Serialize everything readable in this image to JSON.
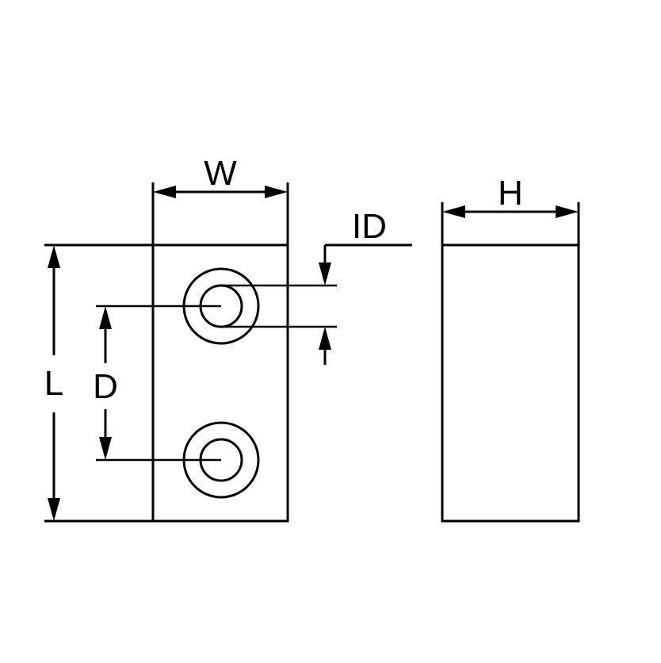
{
  "colors": {
    "body_fill": "#9c7fb8",
    "outline": "#000000",
    "hole_fill": "#ffffff"
  },
  "labels": {
    "width": "W",
    "height": "H",
    "length": "L",
    "hole_spacing": "D",
    "inner_diameter": "ID"
  }
}
